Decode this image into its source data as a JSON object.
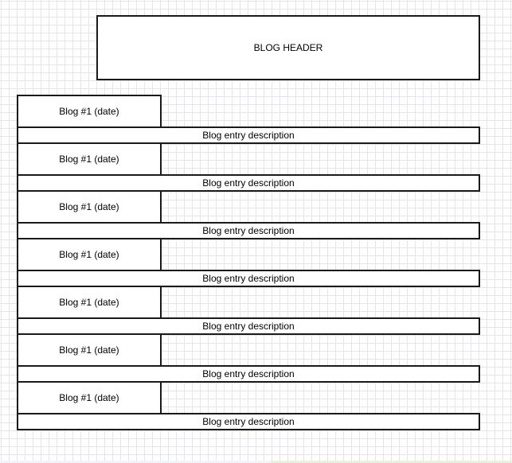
{
  "header": {
    "label": "BLOG HEADER"
  },
  "entries": [
    {
      "title": "Blog #1 (date)",
      "description": "Blog entry description"
    },
    {
      "title": "Blog #1 (date)",
      "description": "Blog entry description"
    },
    {
      "title": "Blog #1 (date)",
      "description": "Blog entry description"
    },
    {
      "title": "Blog #1 (date)",
      "description": "Blog entry description"
    },
    {
      "title": "Blog #1 (date)",
      "description": "Blog entry description"
    },
    {
      "title": "Blog #1 (date)",
      "description": "Blog entry description"
    },
    {
      "title": "Blog #1 (date)",
      "description": "Blog entry description"
    }
  ]
}
